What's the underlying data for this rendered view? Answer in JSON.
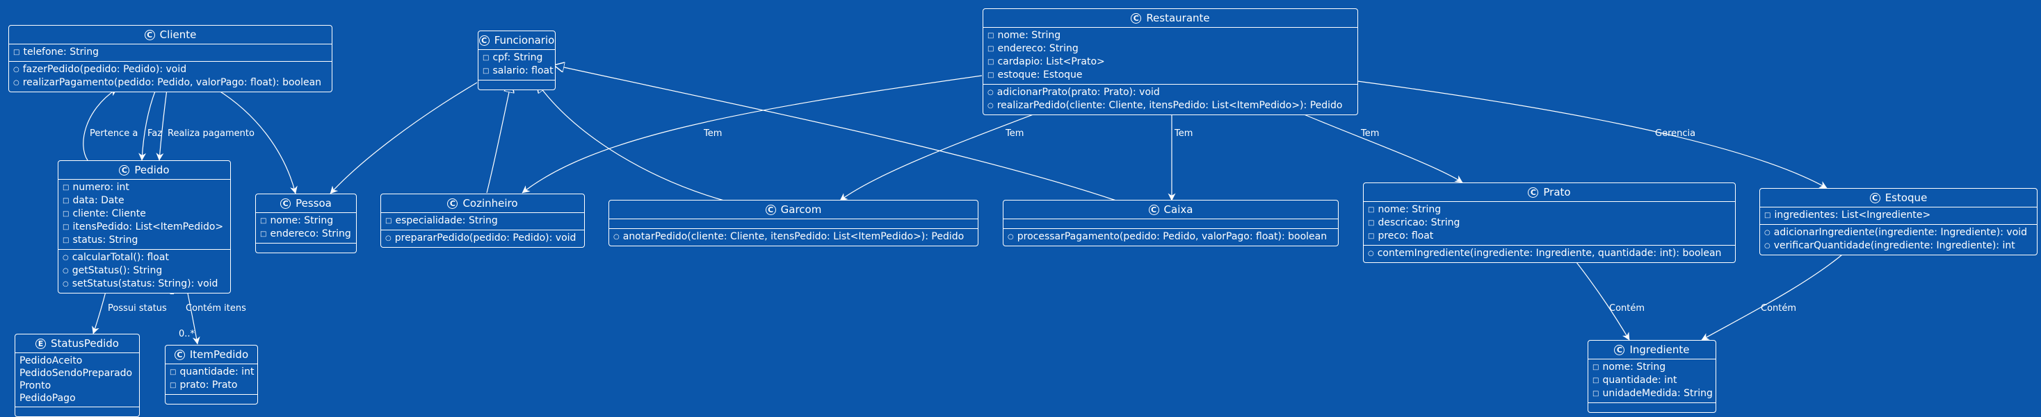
{
  "classes": {
    "cliente": {
      "kind": "C",
      "name": "Cliente",
      "attributes": [
        "telefone: String"
      ],
      "methods": [
        "fazerPedido(pedido: Pedido): void",
        "realizarPagamento(pedido: Pedido, valorPago: float): boolean"
      ]
    },
    "funcionario": {
      "kind": "C",
      "name": "Funcionario",
      "attributes": [
        "cpf: String",
        "salario: float"
      ],
      "methods": []
    },
    "restaurante": {
      "kind": "C",
      "name": "Restaurante",
      "attributes": [
        "nome: String",
        "endereco: String",
        "cardapio: List<Prato>",
        "estoque: Estoque"
      ],
      "methods": [
        "adicionarPrato(prato: Prato): void",
        "realizarPedido(cliente: Cliente, itensPedido: List<ItemPedido>): Pedido"
      ]
    },
    "pedido": {
      "kind": "C",
      "name": "Pedido",
      "attributes": [
        "numero: int",
        "data: Date",
        "cliente: Cliente",
        "itensPedido: List<ItemPedido>",
        "status: String"
      ],
      "methods": [
        "calcularTotal(): float",
        "getStatus(): String",
        "setStatus(status: String): void"
      ]
    },
    "pessoa": {
      "kind": "C",
      "name": "Pessoa",
      "attributes": [
        "nome: String",
        "endereco: String"
      ],
      "methods": []
    },
    "cozinheiro": {
      "kind": "C",
      "name": "Cozinheiro",
      "attributes": [
        "especialidade: String"
      ],
      "methods": [
        "prepararPedido(pedido: Pedido): void"
      ]
    },
    "garcom": {
      "kind": "C",
      "name": "Garcom",
      "attributes": [],
      "methods": [
        "anotarPedido(cliente: Cliente, itensPedido: List<ItemPedido>): Pedido"
      ]
    },
    "caixa": {
      "kind": "C",
      "name": "Caixa",
      "attributes": [],
      "methods": [
        "processarPagamento(pedido: Pedido, valorPago: float): boolean"
      ]
    },
    "prato": {
      "kind": "C",
      "name": "Prato",
      "attributes": [
        "nome: String",
        "descricao: String",
        "preco: float"
      ],
      "methods": [
        "contemIngrediente(ingrediente: Ingrediente, quantidade: int): boolean"
      ]
    },
    "estoque": {
      "kind": "C",
      "name": "Estoque",
      "attributes": [
        "ingredientes: List<Ingrediente>"
      ],
      "methods": [
        "adicionarIngrediente(ingrediente: Ingrediente): void",
        "verificarQuantidade(ingrediente: Ingrediente): int"
      ]
    },
    "statuspedido": {
      "kind": "E",
      "name": "StatusPedido",
      "literals": [
        "PedidoAceito",
        "PedidoSendoPreparado",
        "Pronto",
        "PedidoPago"
      ]
    },
    "itempedido": {
      "kind": "C",
      "name": "ItemPedido",
      "attributes": [
        "quantidade: int",
        "prato: Prato"
      ],
      "methods": []
    },
    "ingrediente": {
      "kind": "C",
      "name": "Ingrediente",
      "attributes": [
        "nome: String",
        "quantidade: int",
        "unidadeMedida: String"
      ],
      "methods": []
    }
  },
  "relations": [
    {
      "id": "pedido-cliente",
      "label": "Pertence a",
      "type": "association"
    },
    {
      "id": "cliente-pedido-faz",
      "label": "Faz",
      "type": "association"
    },
    {
      "id": "cliente-pedido-pag",
      "label": "Realiza pagamento",
      "type": "association"
    },
    {
      "id": "cliente-pessoa",
      "label": "",
      "type": "association"
    },
    {
      "id": "funcionario-pessoa",
      "label": "",
      "type": "association"
    },
    {
      "id": "cozinheiro-funcionario",
      "label": "",
      "type": "generalization"
    },
    {
      "id": "garcom-funcionario",
      "label": "",
      "type": "generalization"
    },
    {
      "id": "caixa-funcionario",
      "label": "",
      "type": "generalization"
    },
    {
      "id": "restaurante-cozinheiro",
      "label": "Tem",
      "type": "association"
    },
    {
      "id": "restaurante-garcom",
      "label": "Tem",
      "type": "association"
    },
    {
      "id": "restaurante-caixa",
      "label": "Tem",
      "type": "association"
    },
    {
      "id": "restaurante-prato",
      "label": "Tem",
      "type": "association"
    },
    {
      "id": "restaurante-estoque",
      "label": "Gerencia",
      "type": "association"
    },
    {
      "id": "pedido-status",
      "label": "Possui status",
      "type": "association"
    },
    {
      "id": "pedido-itens",
      "label": "Contém itens",
      "type": "association",
      "source_mult": "1",
      "target_mult": "0..*"
    },
    {
      "id": "prato-ingrediente",
      "label": "Contém",
      "type": "association"
    },
    {
      "id": "estoque-ingrediente",
      "label": "Contém",
      "type": "association"
    }
  ]
}
